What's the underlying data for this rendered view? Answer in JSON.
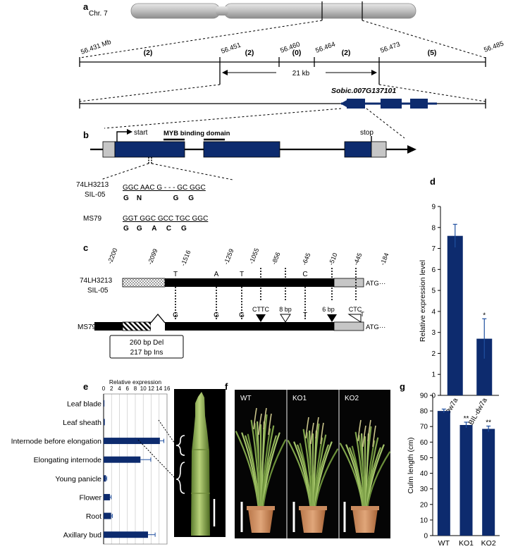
{
  "panels": {
    "a": "a",
    "b": "b",
    "c": "c",
    "d": "d",
    "e": "e",
    "f": "f",
    "g": "g"
  },
  "a": {
    "chromosome": "Chr. 7",
    "positions": [
      "56.431 Mb",
      "56.451",
      "56.460",
      "56.464",
      "56.473",
      "56.485"
    ],
    "recombinants": [
      "(2)",
      "(2)",
      "(0)",
      "(2)",
      "(5)"
    ],
    "interval": "21 kb",
    "gene": "Sobic.007G137101"
  },
  "b": {
    "start": "start",
    "stop": "stop",
    "domain": "MYB binding domain",
    "ref_line1": "74LH3213",
    "ref_line2": "SIL-05",
    "ref_seq": "GGC AAC G - - - GC GGC",
    "ref_aa": "G    N                G     G",
    "mut_line": "MS79",
    "mut_seq": "GGT GGC GCC TGC GGC",
    "mut_aa": "G    G     A     C     G"
  },
  "c": {
    "positions": [
      "-2200",
      "-2099",
      "-1516",
      "-1259",
      "-1055",
      "-856",
      "-645",
      "-510",
      "-445",
      "-184"
    ],
    "ref_line1": "74LH3213",
    "ref_line2": "SIL-05",
    "ref_bases": [
      "T",
      "A",
      "T",
      "C"
    ],
    "mut_line": "MS79",
    "mut_bases": [
      "G",
      "G",
      "G",
      "T"
    ],
    "indels": [
      "CTTC",
      "8 bp",
      "6 bp",
      "CTC",
      "T"
    ],
    "atg": "ATG···",
    "del_note": "260 bp Del",
    "ins_note": "217 bp Ins"
  },
  "f": {
    "labels": [
      "WT",
      "KO1",
      "KO2"
    ]
  },
  "colors": {
    "bar": "#0d2b6e",
    "utr": "#c6c6c6",
    "pot": "#d9966a"
  },
  "chart_data": [
    {
      "panel": "d",
      "type": "bar",
      "categories": [
        "BIL-Dw7a",
        "BIL-dw7a"
      ],
      "values": [
        7.6,
        2.7
      ],
      "errors": [
        0.55,
        0.95
      ],
      "significance": [
        "",
        "*"
      ],
      "ylabel": "Relative expression level",
      "ylim": [
        0,
        9
      ],
      "yticks": [
        0,
        1,
        2,
        3,
        4,
        5,
        6,
        7,
        8,
        9
      ],
      "grid": false
    },
    {
      "panel": "e",
      "type": "bar",
      "orientation": "horizontal",
      "categories": [
        "Leaf blade",
        "Leaf sheath",
        "Internode before elongation",
        "Elongating internode",
        "Young panicle",
        "Flower",
        "Root",
        "Axillary bud"
      ],
      "values": [
        0.2,
        0.3,
        14.2,
        9.3,
        0.6,
        1.6,
        1.9,
        11.2
      ],
      "errors": [
        0.1,
        0.1,
        1.0,
        2.6,
        0.2,
        0.3,
        0.3,
        1.8
      ],
      "xlabel": "Relative expression",
      "xlim": [
        0,
        16
      ],
      "xticks": [
        0,
        2,
        4,
        6,
        8,
        10,
        12,
        14,
        16
      ],
      "grid": true
    },
    {
      "panel": "g",
      "type": "bar",
      "categories": [
        "WT",
        "KO1",
        "KO2"
      ],
      "values": [
        80,
        71,
        68.5
      ],
      "errors": [
        1.2,
        1.8,
        1.8
      ],
      "significance": [
        "",
        "**",
        "**"
      ],
      "ylabel": "Culm length (cm)",
      "ylim": [
        0,
        90
      ],
      "yticks": [
        0,
        10,
        20,
        30,
        40,
        50,
        60,
        70,
        80,
        90
      ],
      "grid": false
    }
  ]
}
